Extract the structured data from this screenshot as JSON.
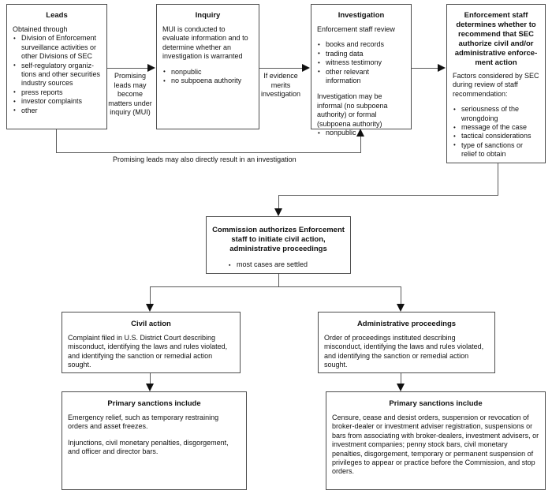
{
  "diagram": {
    "title": "SEC Enforcement Process Flowchart",
    "line_color": "#5a5a5a",
    "arrow_color": "#111111",
    "box_border_color": "#4d4d4d",
    "background": "#ffffff"
  },
  "nodes": {
    "leads": {
      "title": "Leads",
      "intro": "Obtained through",
      "bullets": [
        "Division of Enforcement surveillance activities or other Divisions of SEC",
        "self-regulatory organiz-tions and other securities industry sources",
        "press reports",
        "investor complaints",
        "other"
      ]
    },
    "inquiry": {
      "title": "Inquiry",
      "paragraph": "MUI is conducted to evaluate information and to determine whether an investigation is warranted",
      "bullets": [
        "nonpublic",
        "no subpoena authority"
      ]
    },
    "investigation": {
      "title": "Investigation",
      "paragraph": "Enforcement staff review",
      "bullets": [
        "books and records",
        "trading data",
        "witness testimony",
        "other relevant information"
      ],
      "paragraph2": "Investigation may be informal (no subpoena authority) or formal (subpoena authority)",
      "bullets2": [
        "nonpublic"
      ]
    },
    "enforcement_recommendation": {
      "title": "Enforcement staff determines whether to recommend that SEC authorize civil and/or administrative enforce-ment action",
      "paragraph": "Factors considered by SEC during review of staff recommendation:",
      "bullets": [
        "seriousness of the wrongdoing",
        "message of the case",
        "tactical considerations",
        "type of sanctions or relief to obtain"
      ]
    },
    "commission": {
      "title": "Commission authorizes Enforcement staff to initiate civil action, administrative proceedings",
      "bullets": [
        "most cases are settled"
      ]
    },
    "civil_action": {
      "title": "Civil action",
      "paragraph": "Complaint filed in U.S. District Court describing misconduct, identifying the laws and rules violated, and identifying the sanction or remedial action sought."
    },
    "administrative_proceedings": {
      "title": "Administrative proceedings",
      "paragraph": "Order of proceedings instituted describing misconduct, identifying the laws and rules violated, and identifying the sanction or remedial action sought."
    },
    "civil_sanctions": {
      "title": "Primary sanctions include",
      "paragraph1": "Emergency relief, such as temporary restraining orders and asset freezes.",
      "paragraph2": "Injunctions, civil monetary penalties, disgorgement, and officer and director bars."
    },
    "administrative_sanctions": {
      "title": "Primary sanctions include",
      "paragraph1": "Censure, cease and desist orders, suspension or revocation of broker-dealer or investment adviser registration, suspensions or bars from associating with broker-dealers, investment advisers, or investment companies; penny stock bars, civil monetary penalties, disgorgement, temporary or permanent suspension of privileges to appear or practice before the Commission, and stop orders."
    }
  },
  "edge_labels": {
    "leads_to_inquiry": "Promising leads may become matters under inquiry (MUI)",
    "inquiry_to_investigation": "If evidence merits investigation",
    "leads_to_investigation": "Promising leads may also directly result in an investigation"
  }
}
